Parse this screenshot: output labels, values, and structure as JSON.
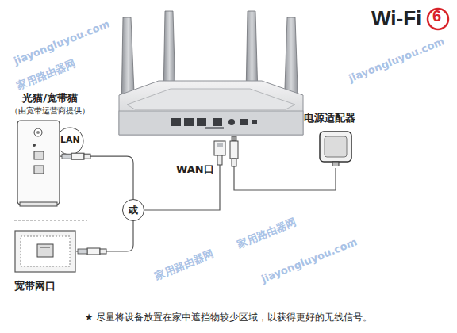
{
  "diagram": {
    "caption": "★ 尽量将设备放置在家中遮挡物较少区域，以获得更好的无线信号。",
    "nodes": [
      {
        "text": [
          "光猫/宽带猫",
          "（由宽带运营商提供）"
        ]
      },
      {
        "text": [
          "电源适配器"
        ]
      },
      {
        "text": [
          "或"
        ]
      },
      {
        "text": [
          "宽带网口"
        ]
      }
    ],
    "edges": [
      {
        "from": 0,
        "to": 2,
        "arrow": "none"
      },
      {
        "from": 3,
        "to": 2,
        "arrow": "none"
      }
    ],
    "labels": [
      "Wi-Fi",
      "6",
      "LAN",
      "WAN口",
      "jiayongluyou.com",
      "家用路由器网",
      "jiayongluyou.com",
      "家用路由器网",
      "jiayongluyou.com",
      "家用路由器网"
    ]
  }
}
